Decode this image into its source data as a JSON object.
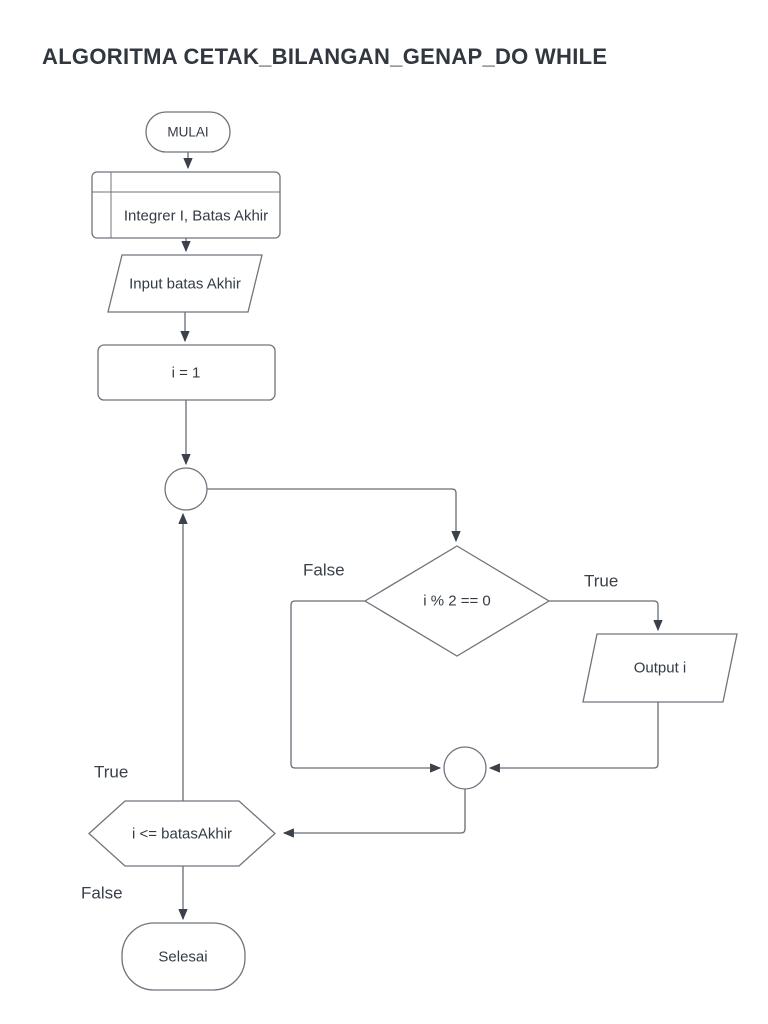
{
  "title": "ALGORITMA CETAK_BILANGAN_GENAP_DO WHILE",
  "flowchart": {
    "nodes": {
      "start": {
        "label": "MULAI",
        "shape": "terminator"
      },
      "declare": {
        "label": "Integrer I, Batas Akhir",
        "shape": "table-process"
      },
      "input": {
        "label": "Input batas Akhir",
        "shape": "parallelogram"
      },
      "init": {
        "label": "i = 1",
        "shape": "process"
      },
      "loop_entry": {
        "label": "",
        "shape": "connector-circle"
      },
      "even_check": {
        "label": "i % 2 == 0",
        "shape": "decision-diamond"
      },
      "output": {
        "label": "Output i",
        "shape": "parallelogram"
      },
      "merge": {
        "label": "",
        "shape": "connector-circle"
      },
      "loop_check": {
        "label": "i <= batasAkhir",
        "shape": "hexagon"
      },
      "end": {
        "label": "Selesai",
        "shape": "terminator"
      }
    },
    "edge_labels": {
      "even_false": "False",
      "even_true": "True",
      "loop_true": "True",
      "loop_false": "False"
    },
    "colors": {
      "background": "#ffffff",
      "shape_stroke": "#6f757d",
      "connector": "#676d75",
      "arrowhead": "#3a414b",
      "text": "#343b45",
      "title_text": "#31373f"
    }
  }
}
